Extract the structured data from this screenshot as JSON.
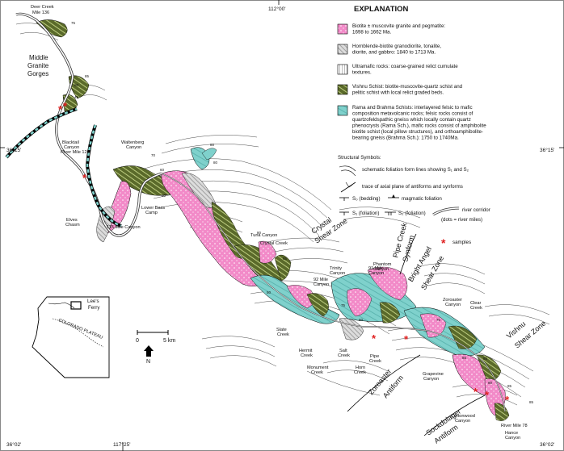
{
  "coords": {
    "top_center": "112°00'",
    "left_upper": "36°15'",
    "right_upper": "36°15'",
    "bottom_left": "36°02'",
    "bottom_right": "36°02'",
    "bottom_center": "117°25'"
  },
  "place_labels": {
    "deer_creek": "Deer Creek",
    "deer_creek_mile": "Mile 136",
    "middle": "Middle",
    "granite": "Granite",
    "gorges": "Gorges",
    "blacktail": "Blacktail",
    "blacktail_canyon": "Canyon",
    "river_mile_120": "River Mile 120",
    "waltenberg": "Waltenberg",
    "waltenberg_canyon": "Canyon",
    "lower_bass": "Lower Bass",
    "camp": "Camp",
    "elves": "Elves",
    "chasm": "Chasm",
    "mile115": "115 Mile Canyon",
    "tuna": "Tuna Canyon",
    "crystal_creek": "Crystal Creek",
    "trinity": "Trinity",
    "trinity_canyon": "Canyon",
    "mile92": "92 Mile",
    "mile92_canyon": "Canyon",
    "mile91": "91 Mile",
    "mile91_canyon": "Canyon",
    "phantom": "Phantom",
    "phantom_canyon": "Canyon",
    "slate": "Slate",
    "slate_creek": "Creek",
    "hermit": "Hermit",
    "hermit_creek": "Creek",
    "monument": "Monument",
    "monument_creek": "Creek",
    "salt": "Salt",
    "salt_creek": "Creek",
    "horn": "Horn",
    "horn_creek": "Creek",
    "pipe": "Pipe",
    "pipe_creek": "Creek",
    "zoroaster": "Zoroaster",
    "zoroaster_canyon": "Canyon",
    "clear": "Clear",
    "clear_creek": "Creek",
    "grapevine": "Grapevine",
    "grapevine_canyon": "Canyon",
    "cottonwood": "Cottonwood",
    "cottonwood_canyon": "Canyon",
    "hance": "Hance",
    "hance_canyon": "Canyon",
    "river_mile_78": "River Mile 78",
    "lees_ferry_1": "Lee's",
    "lees_ferry_2": "Ferry",
    "colorado_plateau": "COLORADO PLATEAU"
  },
  "structure_labels": {
    "crystal_1": "Crystal",
    "crystal_2": "Shear Zone",
    "pipe_1": "Pipe Creek",
    "pipe_2": "Synform",
    "bright_1": "Bright Angel",
    "bright_2": "Shear Zone",
    "zoro_1": "Zoroaster",
    "zoro_2": "Antiform",
    "vishnu_1": "Vishnu",
    "vishnu_2": "Shear Zone",
    "sock_1": "Sockdolager",
    "sock_2": "Antiform"
  },
  "dips": [
    "75",
    "85",
    "60",
    "45",
    "70",
    "60",
    "80",
    "80",
    "60",
    "80",
    "85",
    "50",
    "75",
    "80",
    "70",
    "85",
    "85",
    "80",
    "85",
    "85"
  ],
  "scale": {
    "zero": "0",
    "five": "5 km",
    "north": "N"
  },
  "explanation": {
    "title": "EXPLANATION",
    "items": [
      {
        "lines": [
          "Biotite ± muscovite granite and pegmatite:",
          "1698 to 1662 Ma."
        ],
        "fill": "#f28ac8"
      },
      {
        "lines": [
          "Hornblende-biotite granodiorite, tonalite,",
          "diorite, and gabbro:  1840 to 1713 Ma."
        ],
        "fill": "#d8d8d8"
      },
      {
        "lines": [
          "Ultramafic rocks:  coarse-grained relict cumulate",
          "textures."
        ],
        "fill": "#ffffff"
      },
      {
        "lines": [
          "Vishnu Schist:  biotite-muscovite-quartz schist and",
          "pelitic schist with local relict graded beds."
        ],
        "fill": "#5a6a2a"
      },
      {
        "lines": [
          "Rama and Brahma Schists:  interlayered felsic to mafic",
          "composition metavolcanic rocks;  felsic rocks consist of",
          "quartzofeldspathic gneiss which locally contain quartz",
          "phenocrysts (Rama Sch.), mafic rocks consist of amphibolite",
          "biotite schist (local pillow structures), and orthoamphibolite-",
          "bearing gneiss (Brahma Sch.):  1750 to 1740Ma."
        ],
        "fill": "#7fd1cc"
      }
    ],
    "structural_title": "Structural Symbols:",
    "sym_foliation": "schematic foliation form lines showing S₁ and S₂",
    "sym_axial": "trace of axial plane of antiforms and synforms",
    "sym_s0": "S₀ (bedding)",
    "sym_magmatic": "magmatic foliation",
    "sym_s1": "S₁ (foliation)",
    "sym_s2": "S₂ (foliation)",
    "sym_river": "river corridor",
    "sym_river_note": "(dots = river miles)",
    "samples": "samples"
  },
  "colors": {
    "granite": "#f28ac8",
    "granodiorite": "#d8d8d8",
    "vishnu": "#5a6a2a",
    "rama": "#7fd1cc",
    "river": "#333333",
    "sample": "#e02020"
  }
}
